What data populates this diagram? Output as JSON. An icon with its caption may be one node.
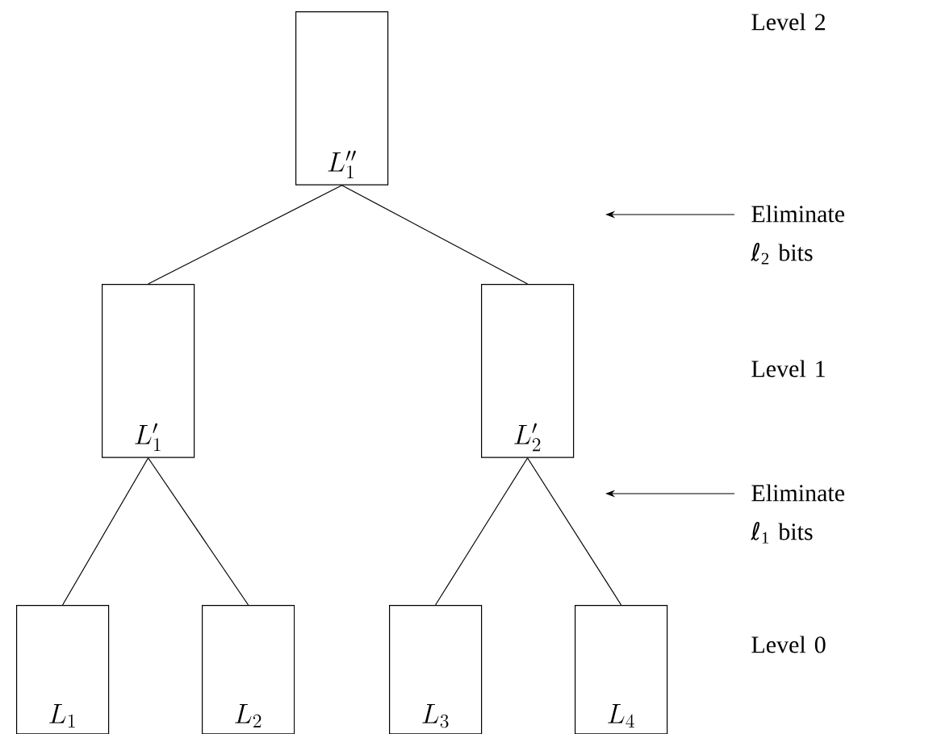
{
  "diagram": {
    "nodes": [
      {
        "text": [
          "L_1''"
        ]
      },
      {
        "text": [
          "L_1'"
        ]
      },
      {
        "text": [
          "L_2'"
        ]
      },
      {
        "text": [
          "L_1"
        ]
      },
      {
        "text": [
          "L_2"
        ]
      },
      {
        "text": [
          "L_3"
        ]
      },
      {
        "text": [
          "L_4"
        ]
      }
    ],
    "edges": [
      {
        "from": 0,
        "to": 1,
        "arrow": "none"
      },
      {
        "from": 0,
        "to": 2,
        "arrow": "none"
      },
      {
        "from": 1,
        "to": 3,
        "arrow": "none"
      },
      {
        "from": 1,
        "to": 4,
        "arrow": "none"
      },
      {
        "from": 2,
        "to": 5,
        "arrow": "none"
      },
      {
        "from": 2,
        "to": 6,
        "arrow": "none"
      }
    ],
    "labels": [
      "Level 2",
      "Eliminate ℓ$_{2}$ bits",
      "Level 1",
      "Eliminate ℓ$_{1}$ bits",
      "Level 0"
    ]
  }
}
